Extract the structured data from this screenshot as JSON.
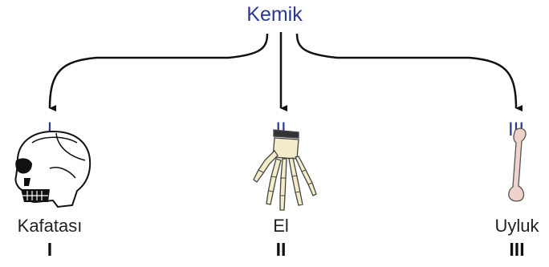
{
  "title": "Kemik",
  "branches": [
    {
      "roman_top": "I",
      "name": "Kafatası",
      "roman_bottom": "I",
      "image": "skull-icon"
    },
    {
      "roman_top": "II",
      "name": "El",
      "roman_bottom": "II",
      "image": "hand-skeleton-icon"
    },
    {
      "roman_top": "III",
      "name": "Uyluk",
      "roman_bottom": "III",
      "image": "femur-icon"
    }
  ],
  "colors": {
    "title": "#2b3a8c",
    "roman_top": "#2b3a8c",
    "arrows": "#111111",
    "bone": "#f3ecc8",
    "femur": "#eed3cb"
  }
}
